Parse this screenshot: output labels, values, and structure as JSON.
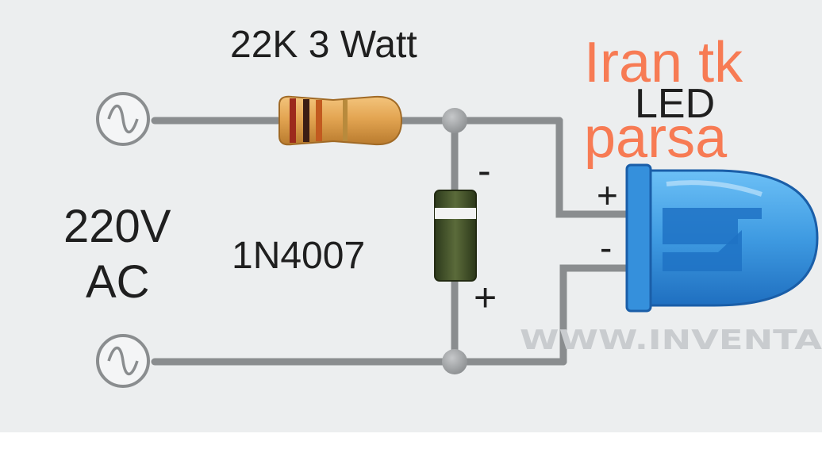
{
  "diagram": {
    "resistor_label": "22K 3 Watt",
    "source_label_line1": "220V",
    "source_label_line2": "AC",
    "diode_label": "1N4007",
    "diode_minus": "-",
    "diode_plus": "+",
    "led_label": "LED",
    "led_plus": "+",
    "led_minus": "-",
    "watermark": "WWW.INVENTA",
    "source_symbol": "ac-source-icon"
  },
  "overlay": {
    "line1": "Iran tk",
    "line2": "parsa",
    "color": "#f77b54"
  },
  "colors": {
    "background": "#eceeef",
    "wire": "#8a8d8f",
    "resistor_body": "#e0a24e",
    "diode_body": "#505f33",
    "led_body": "#3f9be2"
  }
}
